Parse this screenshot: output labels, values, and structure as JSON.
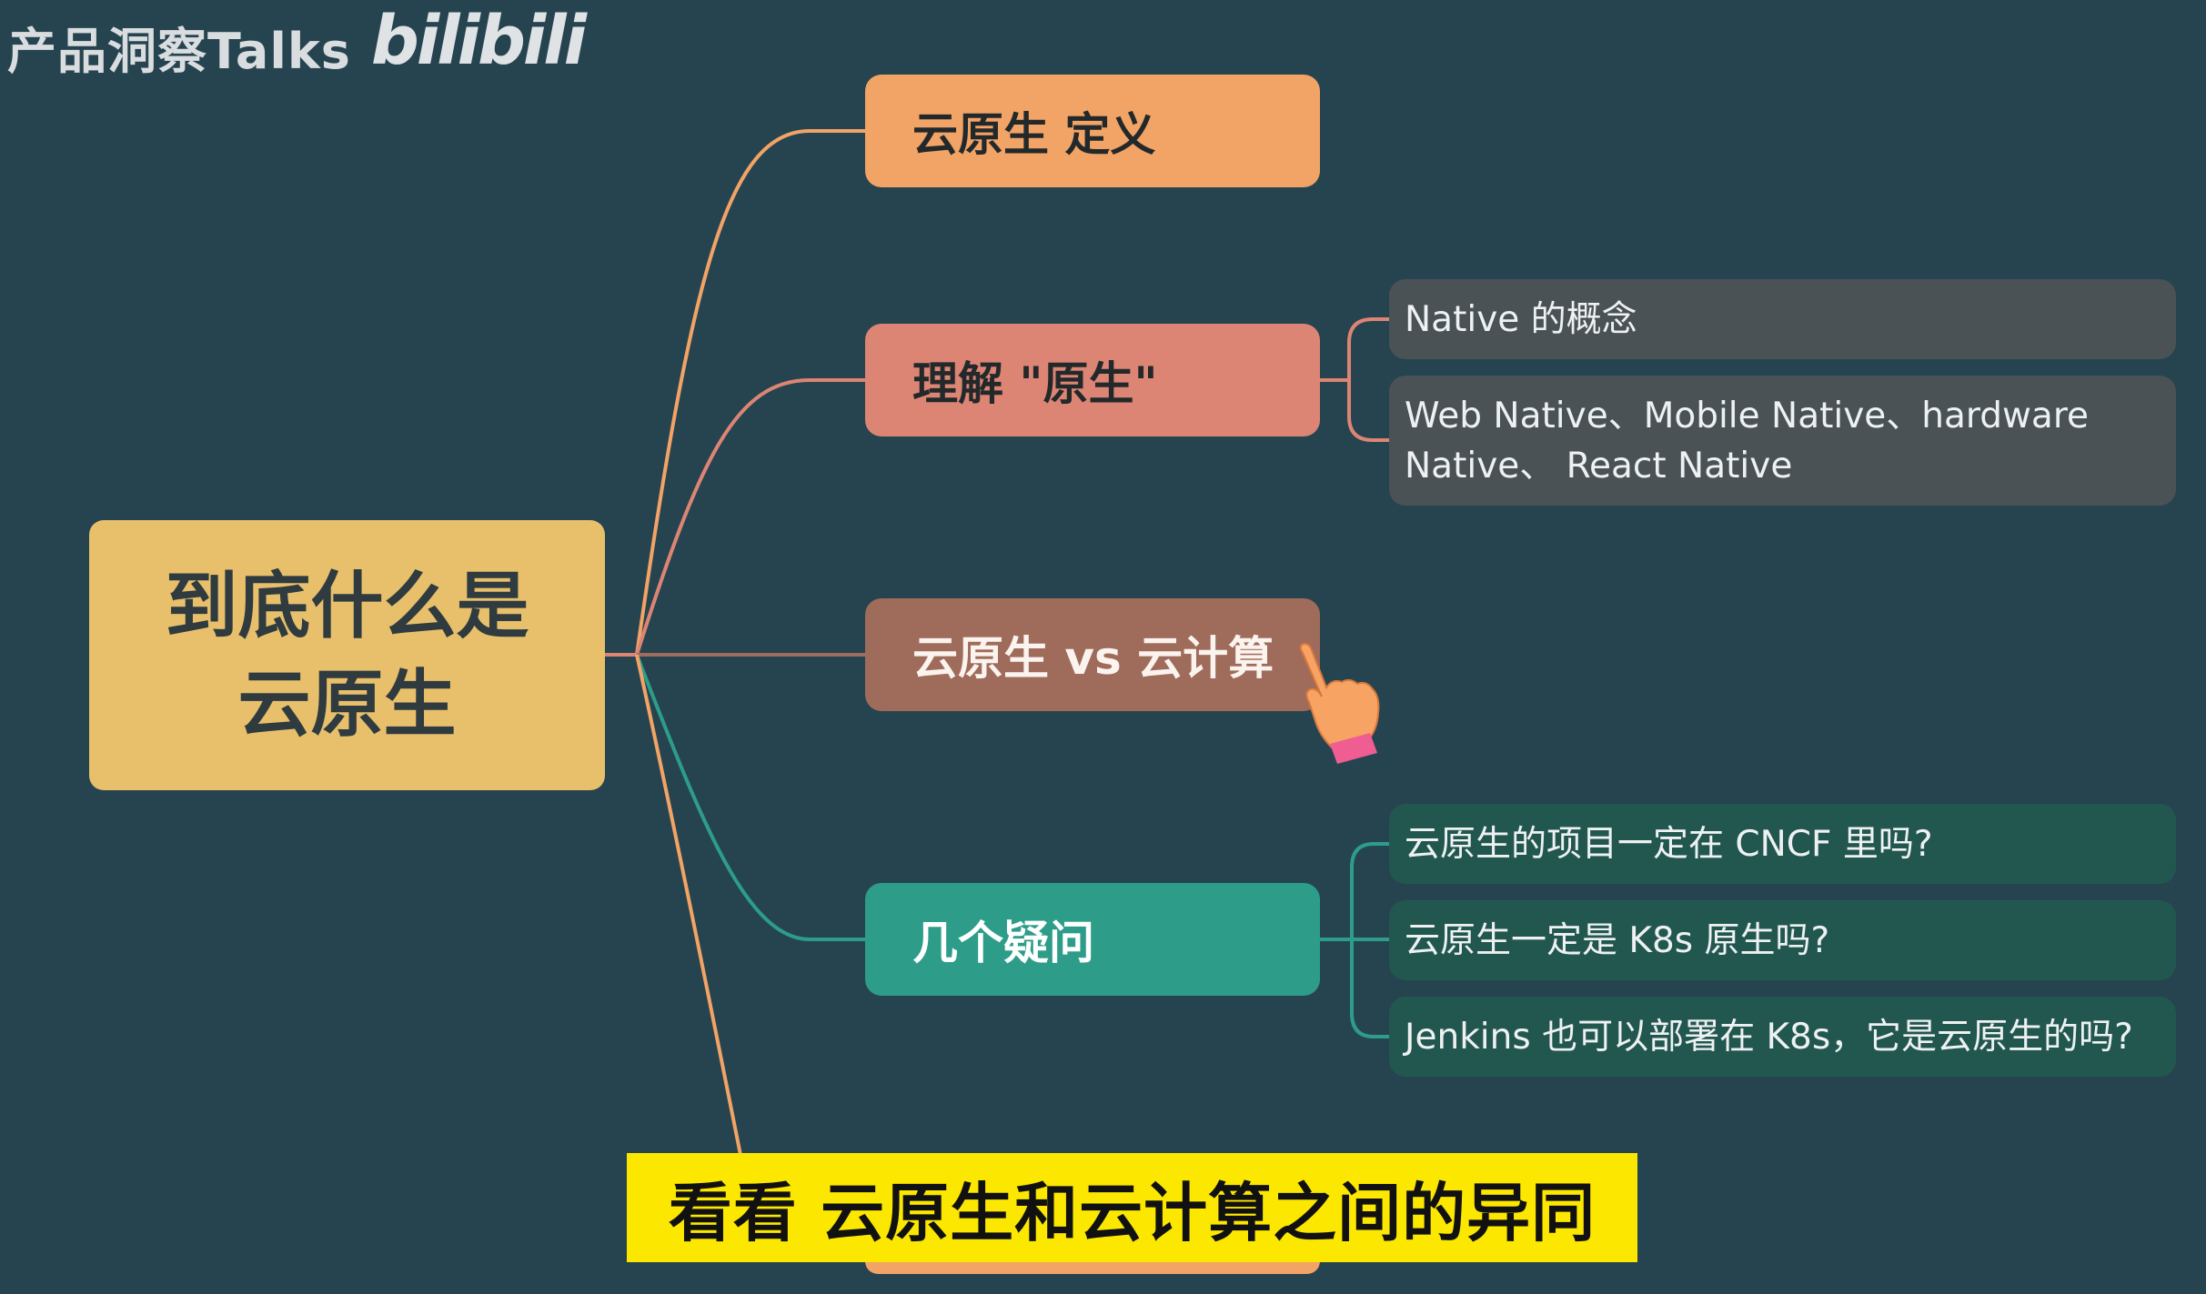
{
  "watermark": {
    "channel": "产品洞察Talks",
    "platform": "bilibili"
  },
  "mindmap": {
    "root": {
      "line1": "到底什么是",
      "line2": "云原生",
      "color": "#e8c06c"
    },
    "branches": [
      {
        "label": "云原生 定义",
        "color": "#f2a366"
      },
      {
        "label": "理解 \"原生\"",
        "color": "#dd8574",
        "children": [
          "Native 的概念",
          "Web Native、Mobile Native、hardware Native、 React Native"
        ]
      },
      {
        "label": "云原生 vs 云计算",
        "color": "#9f6b5b"
      },
      {
        "label": "几个疑问",
        "color": "#2d9d8a",
        "children": [
          "云原生的项目一定在 CNCF 里吗?",
          "云原生一定是 K8s 原生吗?",
          "Jenkins 也可以部署在 K8s，它是云原生的吗?"
        ]
      },
      {
        "label": "",
        "color": "#f2a366"
      }
    ]
  },
  "pointer": {
    "icon": "pointing-hand-icon"
  },
  "subtitle": "看看 云原生和云计算之间的异同",
  "colors": {
    "background": "#26444f",
    "subtitle_bg": "#fce700"
  }
}
